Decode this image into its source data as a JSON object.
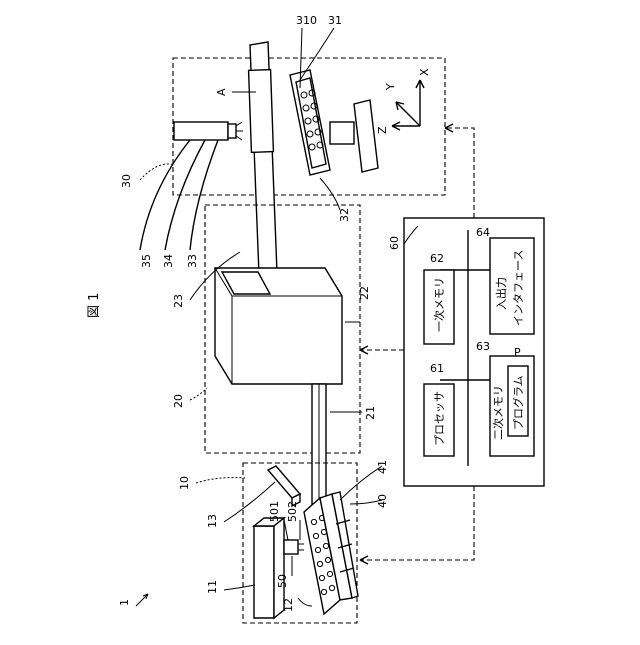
{
  "figure": {
    "title": "図 1",
    "system_ref": "1"
  },
  "units": {
    "u10": "10",
    "u11": "11",
    "u12": "12",
    "u13": "13",
    "u20": "20",
    "u21": "21",
    "u22": "22",
    "u23": "23",
    "u30": "30",
    "u31": "31",
    "u32": "32",
    "u33": "33",
    "u34": "34",
    "u35": "35",
    "u310": "310",
    "u40": "40",
    "u41": "41",
    "u50": "50",
    "u501": "501",
    "u502": "502",
    "uA": "A"
  },
  "computer": {
    "ref": "60",
    "processor": {
      "ref": "61",
      "label": "プロセッサ"
    },
    "primary_memory": {
      "ref": "62",
      "label": "一次メモリ"
    },
    "secondary_memory": {
      "ref": "63",
      "label": "二次メモリ"
    },
    "program": {
      "ref": "P",
      "label": "プログラム"
    },
    "io_interface": {
      "ref": "64",
      "label_line1": "入出力",
      "label_line2": "インタフェース"
    }
  },
  "axes": {
    "x": "X",
    "y": "Y",
    "z": "Z"
  }
}
